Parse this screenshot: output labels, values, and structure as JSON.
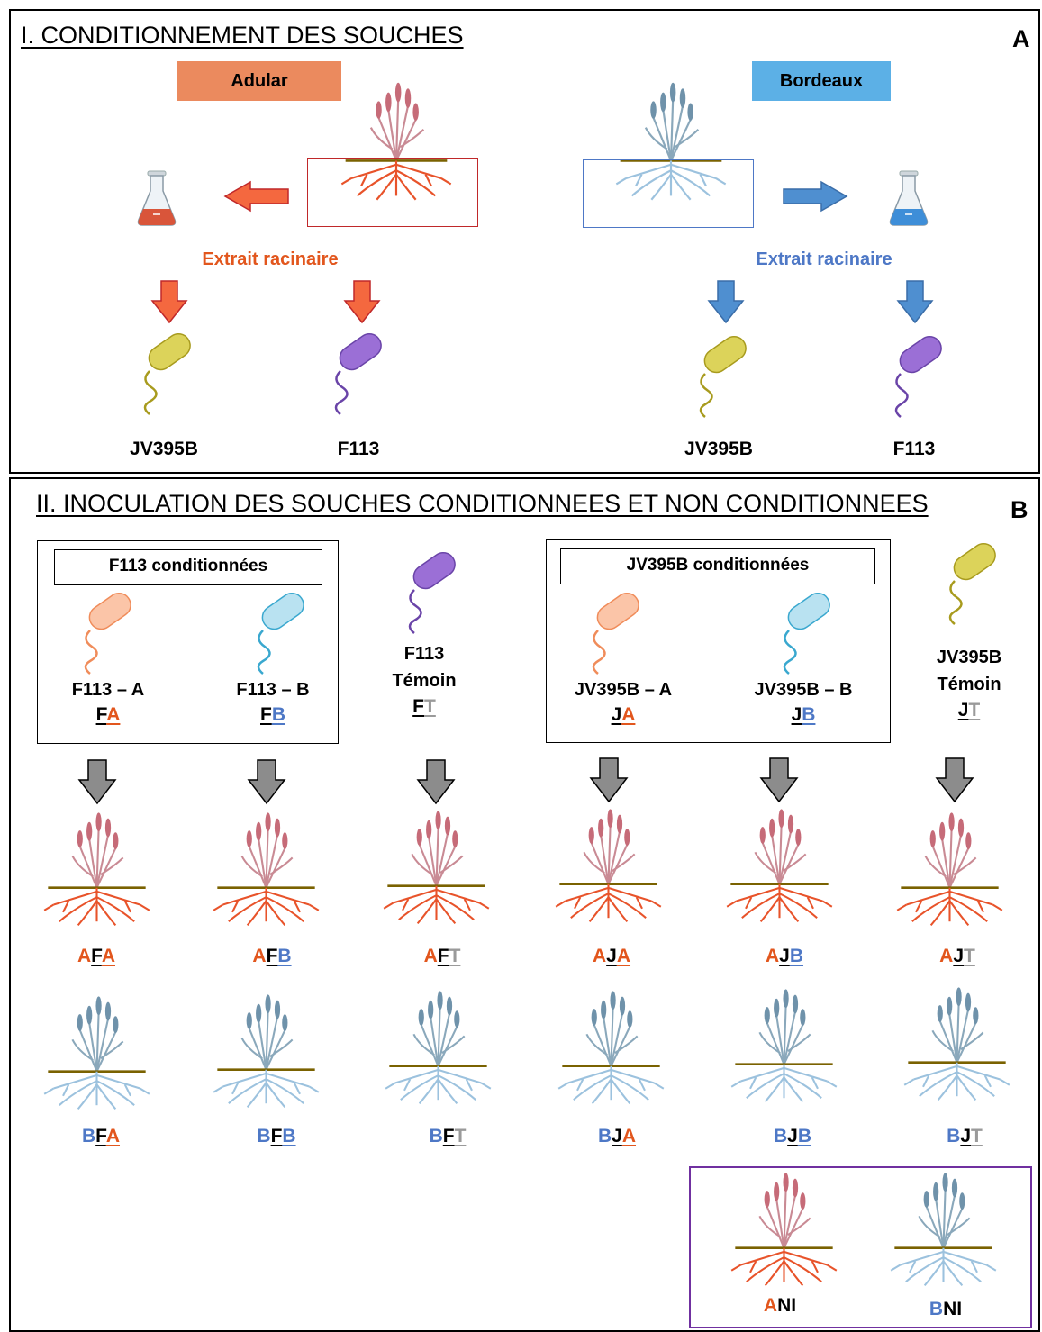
{
  "colors": {
    "adular": "#e2561d",
    "bordeaux": "#4e78c6",
    "temoin": "#9a9a9a",
    "ni_box": "#7030a0",
    "adular_box": "#eb8a5e",
    "bordeaux_box": "#5cb0e6"
  },
  "panelA": {
    "heading": "I. CONDITIONNEMENT  DES SOUCHES",
    "letter": "A",
    "adular": "Adular",
    "bordeaux": "Bordeaux",
    "extrait_left": "Extrait racinaire",
    "extrait_right": "Extrait racinaire",
    "strains": [
      "JV395B",
      "F113",
      "JV395B",
      "F113"
    ]
  },
  "panelB": {
    "heading": "II. INOCULATION DES SOUCHES CONDITIONNEES ET NON CONDITIONNEES",
    "letter": "B",
    "f113_box_title": "F113 conditionnées",
    "jv_box_title": "JV395B conditionnées",
    "strains": [
      {
        "name": "F113 – A",
        "code_1": "F",
        "code_2": "A"
      },
      {
        "name": "F113 – B",
        "code_1": "F",
        "code_2": "B"
      },
      {
        "name_1": "F113",
        "name_2": "Témoin",
        "code_1": "F",
        "code_2": "T"
      },
      {
        "name": "JV395B – A",
        "code_1": "J",
        "code_2": "A"
      },
      {
        "name": "JV395B – B",
        "code_1": "J",
        "code_2": "B"
      },
      {
        "name_1": "JV395B",
        "name_2": "Témoin",
        "code_1": "J",
        "code_2": "T"
      }
    ],
    "row_a": [
      {
        "p": "A",
        "s": "F",
        "c": "A"
      },
      {
        "p": "A",
        "s": "F",
        "c": "B"
      },
      {
        "p": "A",
        "s": "F",
        "c": "T"
      },
      {
        "p": "A",
        "s": "J",
        "c": "A"
      },
      {
        "p": "A",
        "s": "J",
        "c": "B"
      },
      {
        "p": "A",
        "s": "J",
        "c": "T"
      }
    ],
    "row_b": [
      {
        "p": "B",
        "s": "F",
        "c": "A"
      },
      {
        "p": "B",
        "s": "F",
        "c": "B"
      },
      {
        "p": "B",
        "s": "F",
        "c": "T"
      },
      {
        "p": "B",
        "s": "J",
        "c": "A"
      },
      {
        "p": "B",
        "s": "J",
        "c": "B"
      },
      {
        "p": "B",
        "s": "J",
        "c": "T"
      }
    ],
    "ni": [
      {
        "p": "A",
        "rest": "NI"
      },
      {
        "p": "B",
        "rest": "NI"
      }
    ]
  }
}
